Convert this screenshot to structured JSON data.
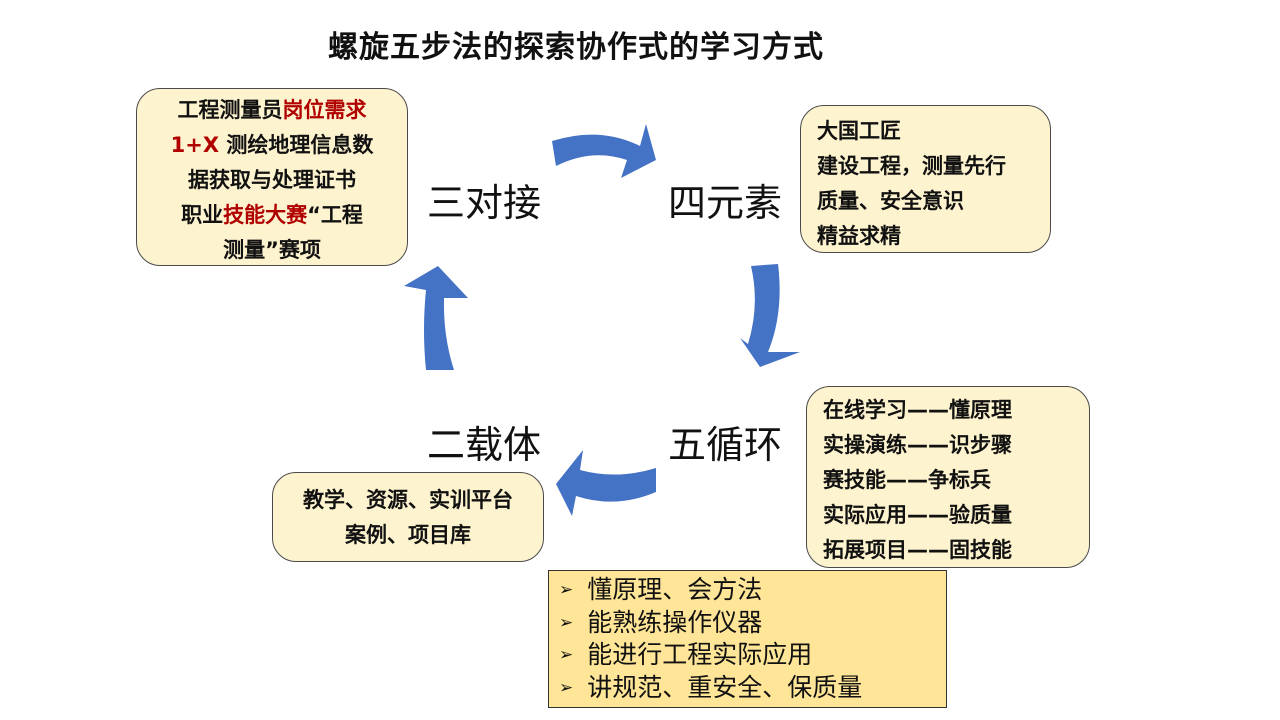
{
  "title": "螺旋五步法的探索协作式的学习方式",
  "labels": {
    "top_left": "三对接",
    "top_right": "四元素",
    "bottom_right": "五循环",
    "bottom_left": "二载体"
  },
  "box_top_left": {
    "line1_a": "工程测量员",
    "line1_b": "岗位需求",
    "line2_a": "1+X",
    "line2_b": " 测绘地理信息数",
    "line3": "据获取与处理证书",
    "line4_a": "职业",
    "line4_b": "技能大赛",
    "line4_c": "“工程",
    "line5": "测量”赛项"
  },
  "box_top_right": {
    "lines": [
      "大国工匠",
      "建设工程，测量先行",
      "质量、安全意识",
      "精益求精"
    ]
  },
  "box_bottom_right": {
    "lines": [
      "在线学习——懂原理",
      "实操演练——识步骤",
      "赛技能——争标兵",
      "实际应用——验质量",
      "拓展项目——固技能"
    ]
  },
  "box_bottom_left": {
    "lines": [
      "教学、资源、实训平台",
      "案例、项目库"
    ]
  },
  "bottom_list": {
    "bullet": "➢",
    "items": [
      "懂原理、会方法",
      "能熟练操作仪器",
      "能进行工程实际应用",
      "讲规范、重安全、保质量"
    ]
  },
  "colors": {
    "arrow": "#4472c4",
    "box_fill": "#fef3cf",
    "bottom_fill": "#ffe597",
    "emphasis_red": "#b00000"
  }
}
